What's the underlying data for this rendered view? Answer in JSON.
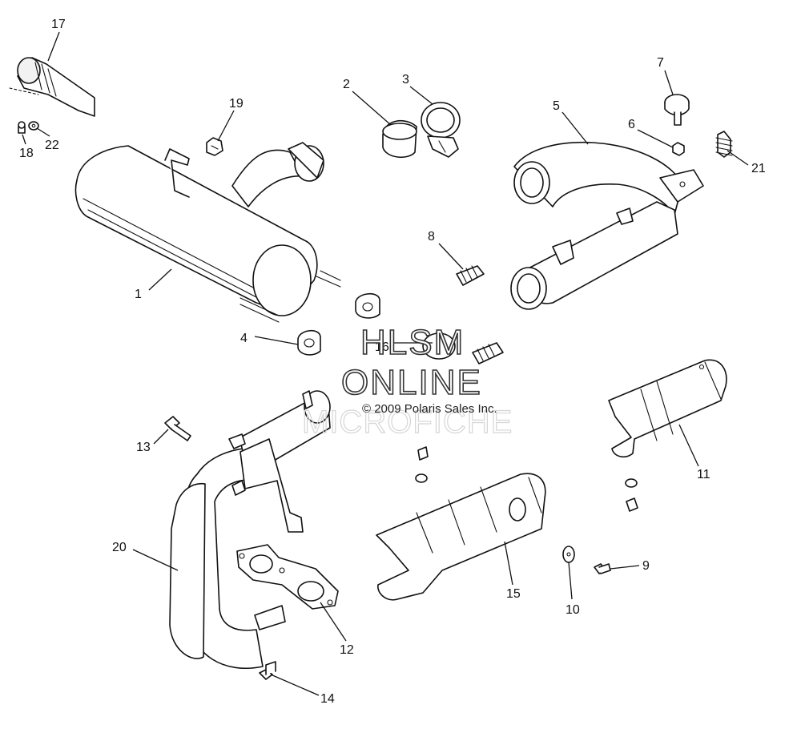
{
  "callouts": [
    "17",
    "18",
    "22",
    "19",
    "2",
    "3",
    "5",
    "7",
    "6",
    "21",
    "1",
    "8",
    "4",
    "16",
    "13",
    "11",
    "20",
    "12",
    "15",
    "9",
    "10",
    "14"
  ],
  "watermark": {
    "line1": "HLSM",
    "line2": "ONLINE",
    "copyright": "© 2009 Polaris Sales Inc.",
    "line3": "MICROFICHE"
  },
  "colors": {
    "line": "#111111",
    "background": "#ffffff",
    "watermark_faint": "#d6d6d6"
  }
}
